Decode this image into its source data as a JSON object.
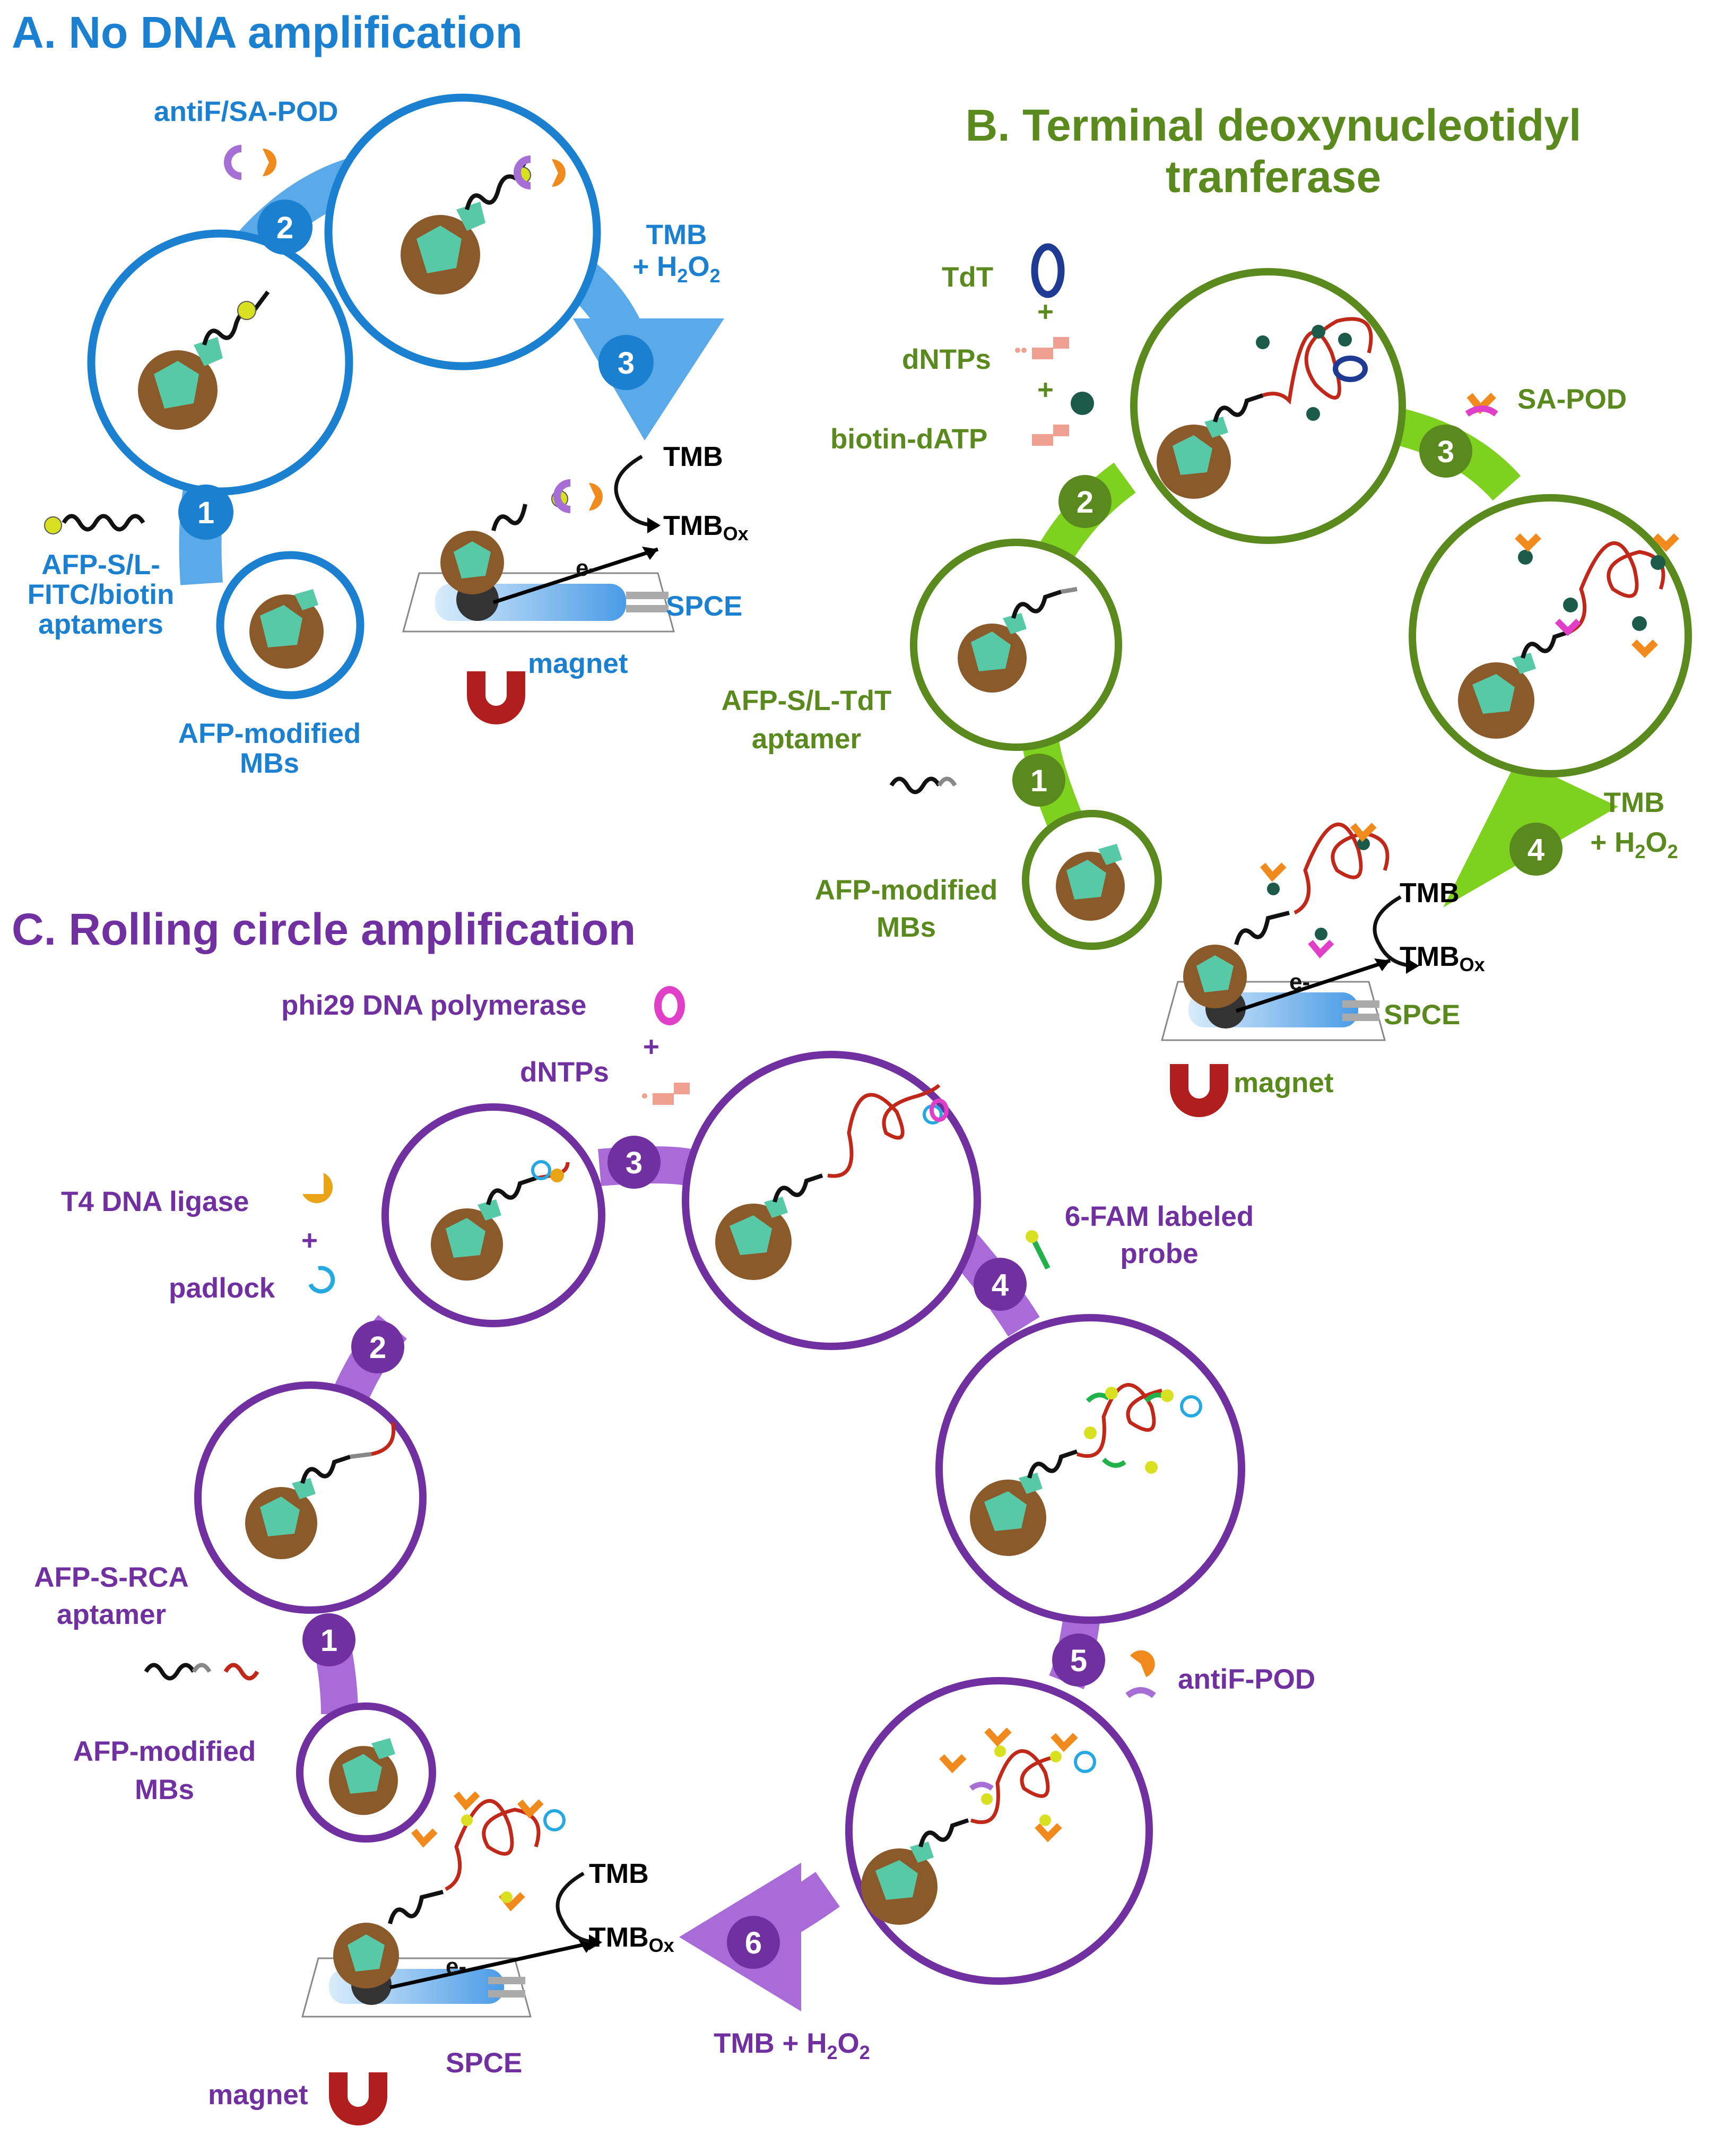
{
  "colors": {
    "panel_a": "#1b80cf",
    "panel_a_light": "#5aa9e8",
    "panel_b": "#5a8a1e",
    "panel_b_light": "#7fd11f",
    "panel_c": "#7030a0",
    "panel_c_light": "#a86bd8",
    "bead": "#8a5a2b",
    "protein": "#57c9a6",
    "dna_amplified": "#c0281a",
    "padlock": "#25a9e0",
    "magnet": "#b01e1e",
    "fitc": "#d9e021",
    "antibody_orange": "#f08a1c",
    "antibody_purple": "#a66fd6",
    "tdt": "#1f3a93",
    "phi29": "#e040c8",
    "ligase": "#e8a317",
    "biotin_dATP": "#1c5a49",
    "probe_green": "#22b24c"
  },
  "panel_a": {
    "title": "A. No DNA amplification",
    "step1": "1",
    "step2": "2",
    "step3": "3",
    "aptamer_label": "AFP-S/L-\nFITC/biotin\naptamers",
    "mbs_label": "AFP-modified\nMBs",
    "reagent_label": "antiF/SA-POD",
    "substrate_label": "TMB\n+ H2O2",
    "tmb": "TMB",
    "tmbox": "TMBox",
    "electron": "e-",
    "electrode": "SPCE",
    "magnet": "magnet"
  },
  "panel_b": {
    "title_line1": "B. Terminal deoxynucleotidyl",
    "title_line2": "tranferase",
    "step1": "1",
    "step2": "2",
    "step3": "3",
    "step4": "4",
    "tdt_label": "TdT",
    "plus": "+",
    "dntps_label": "dNTPs",
    "biotin_datp_label": "biotin-dATP",
    "sapod_label": "SA-POD",
    "aptamer_label": "AFP-S/L-TdT\naptamer",
    "mbs_label": "AFP-modified\nMBs",
    "substrate_label": "TMB\n+ H2O2",
    "tmb": "TMB",
    "tmbox": "TMBox",
    "electron": "e-",
    "electrode": "SPCE",
    "magnet": "magnet"
  },
  "panel_c": {
    "title": "C. Rolling circle amplification",
    "step1": "1",
    "step2": "2",
    "step3": "3",
    "step4": "4",
    "step5": "5",
    "step6": "6",
    "phi29_label": "phi29 DNA polymerase",
    "plus": "+",
    "dntps_label": "dNTPs",
    "ligase_label": "T4 DNA ligase",
    "padlock_label": "padlock",
    "probe_label": "6-FAM labeled\nprobe",
    "antifpod_label": "antiF-POD",
    "aptamer_label": "AFP-S-RCA\naptamer",
    "mbs_label": "AFP-modified\nMBs",
    "substrate_label": "TMB + H2O2",
    "tmb": "TMB",
    "tmbox": "TMBox",
    "electron": "e-",
    "electrode": "SPCE",
    "magnet": "magnet"
  }
}
